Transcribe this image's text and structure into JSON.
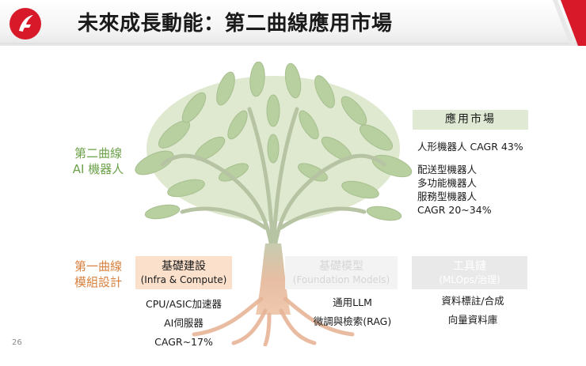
{
  "slide": {
    "title": "未來成長動能：第二曲線應用市場",
    "page_number": "26"
  },
  "colors": {
    "brand_red": "#d7192a",
    "second_curve_green": "#6ca24a",
    "first_curve_orange": "#d8813e",
    "market_header_bg": "#dfe9d3",
    "infra_bg": "#fbe0cc"
  },
  "icons": {
    "logo": "brand-logo-icon",
    "tree": "tree-illustration"
  },
  "second_curve": {
    "line1": "第二曲線",
    "line2": "AI 機器人"
  },
  "first_curve": {
    "line1": "第一曲線",
    "line2": "模組設計"
  },
  "categories": [
    {
      "name": "基礎建設",
      "sub": "(Infra & Compute)",
      "items": [
        "CPU/ASIC加速器",
        "AI伺服器",
        "CAGR~17%"
      ]
    },
    {
      "name": "基礎模型",
      "sub": "(Foundation Models)",
      "items": [
        "通用LLM",
        "微調與檢索(RAG)"
      ]
    },
    {
      "name": "工具鏈",
      "sub": "(MLOps/治理)",
      "items": [
        "資料標註/合成",
        "向量資料庫"
      ]
    }
  ],
  "market": {
    "header": "應用市場",
    "line1": "人形機器人 CAGR 43%",
    "group": [
      "配送型機器人",
      "多功能機器人",
      "服務型機器人",
      "CAGR 20~34%"
    ]
  }
}
